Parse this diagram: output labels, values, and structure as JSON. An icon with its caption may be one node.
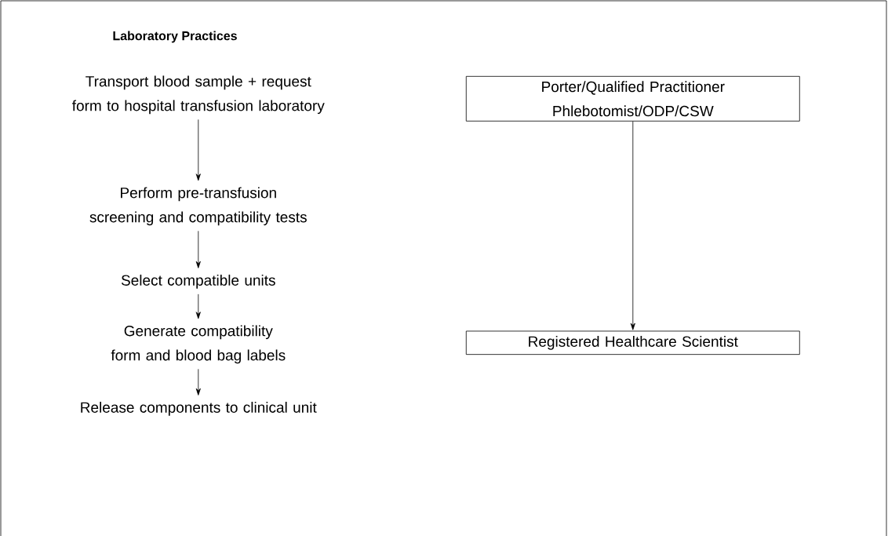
{
  "diagram": {
    "nodes": [
      {
        "text": [
          "Laboratory Practices"
        ]
      },
      {
        "text": [
          "Transport blood sample + request form to hospital transfusion laboratory"
        ],
        "in": 0
      },
      {
        "text": [
          "Perform pre-transfusion screening and compatibility tests"
        ],
        "in": 0
      },
      {
        "text": [
          "Select compatible units"
        ],
        "in": 0
      },
      {
        "text": [
          "Generate compatibility form and blood bag labels"
        ],
        "in": 0
      },
      {
        "text": [
          "Release components to clinical unit"
        ],
        "in": 0
      },
      {
        "text": [
          "Porter/Qualified Practitioner Phlebotomist/ODP/CSW"
        ],
        "in": 0
      },
      {
        "text": [
          "Registered Healthcare Scientist"
        ],
        "in": 0
      }
    ],
    "edges": [
      {
        "from": 1,
        "to": 2,
        "arrow": "to"
      },
      {
        "from": 2,
        "to": 3,
        "arrow": "to"
      },
      {
        "from": 3,
        "to": 4,
        "arrow": "to"
      },
      {
        "from": 4,
        "to": 5,
        "arrow": "to"
      },
      {
        "from": 6,
        "to": 7,
        "arrow": "to"
      }
    ]
  }
}
